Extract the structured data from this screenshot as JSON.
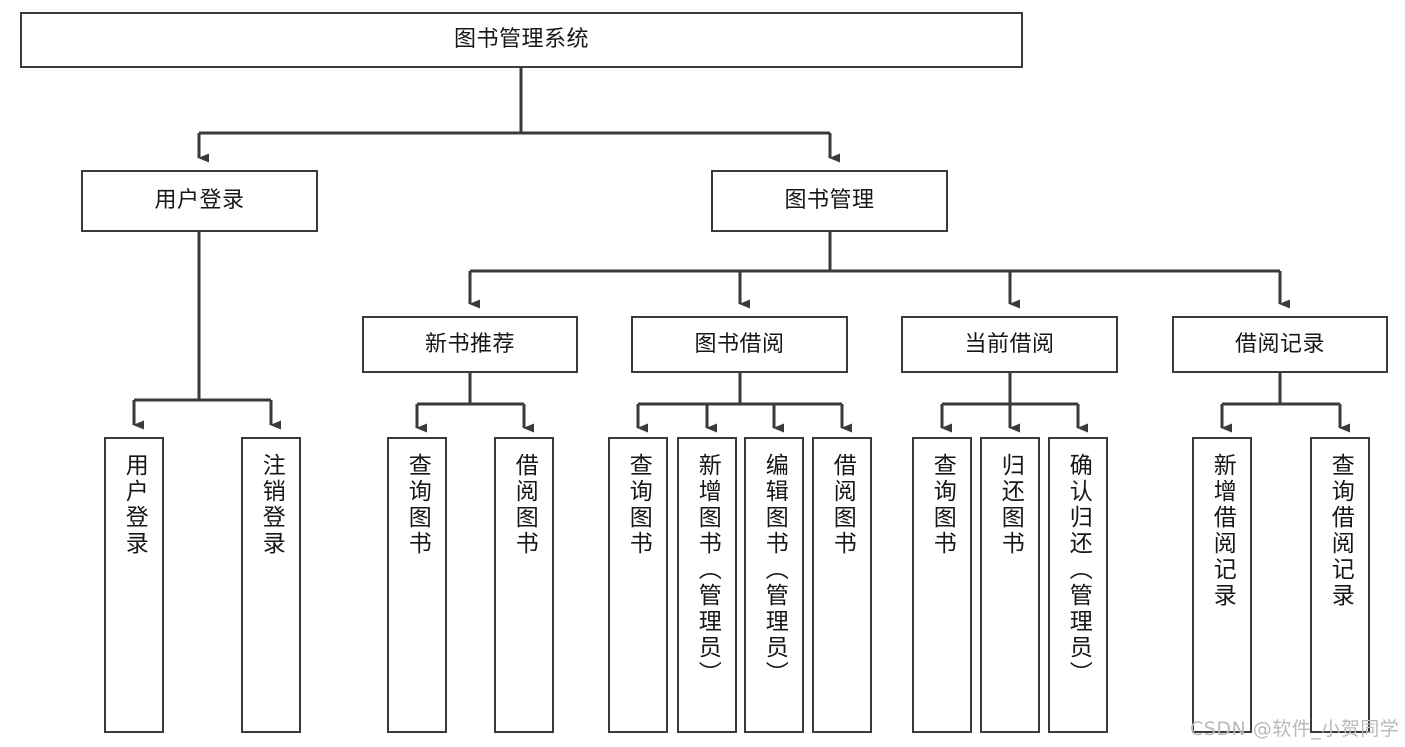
{
  "diagram": {
    "title": "图书管理系统",
    "type": "tree-hierarchy-diagram",
    "orientation": "top-down",
    "style": {
      "box_border_color": "#3a3a3a",
      "box_fill_color": "#ffffff",
      "connector_color": "#3a3a3a",
      "background_color": "#ffffff",
      "text_color": "#171717"
    },
    "levels": {
      "root": "图书管理系统",
      "level2": [
        "用户登录",
        "图书管理"
      ],
      "level3": [
        "新书推荐",
        "图书借阅",
        "当前借阅",
        "借阅记录"
      ],
      "leaves": [
        "用户登录",
        "注销登录",
        "查询图书",
        "借阅图书",
        "查询图书",
        "新增图书（管理员）",
        "编辑图书（管理员）",
        "借阅图书",
        "查询图书",
        "归还图书",
        "确认归还（管理员）",
        "新增借阅记录",
        "查询借阅记录"
      ]
    }
  },
  "nodes": {
    "root": {
      "label": "图书管理系统"
    },
    "user_login": {
      "label": "用户登录"
    },
    "book_manage": {
      "label": "图书管理"
    },
    "new_book_rec": {
      "label": "新书推荐"
    },
    "book_borrow": {
      "label": "图书借阅"
    },
    "current_borrow": {
      "label": "当前借阅"
    },
    "borrow_record": {
      "label": "借阅记录"
    },
    "leaf_user_login": {
      "label": "用户登录"
    },
    "leaf_logout": {
      "label": "注销登录"
    },
    "leaf_query_book_1": {
      "label": "查询图书"
    },
    "leaf_borrow_book_1": {
      "label": "借阅图书"
    },
    "leaf_query_book_2": {
      "label": "查询图书"
    },
    "leaf_add_book_admin": {
      "label": "新增图书（管理员）"
    },
    "leaf_edit_book_admin": {
      "label": "编辑图书（管理员）"
    },
    "leaf_borrow_book_2": {
      "label": "借阅图书"
    },
    "leaf_query_book_3": {
      "label": "查询图书"
    },
    "leaf_return_book": {
      "label": "归还图书"
    },
    "leaf_confirm_return_admin": {
      "label": "确认归还（管理员）"
    },
    "leaf_add_borrow_record": {
      "label": "新增借阅记录"
    },
    "leaf_query_borrow_record": {
      "label": "查询借阅记录"
    }
  },
  "watermark": {
    "text": "CSDN @软件_小贺同学"
  }
}
